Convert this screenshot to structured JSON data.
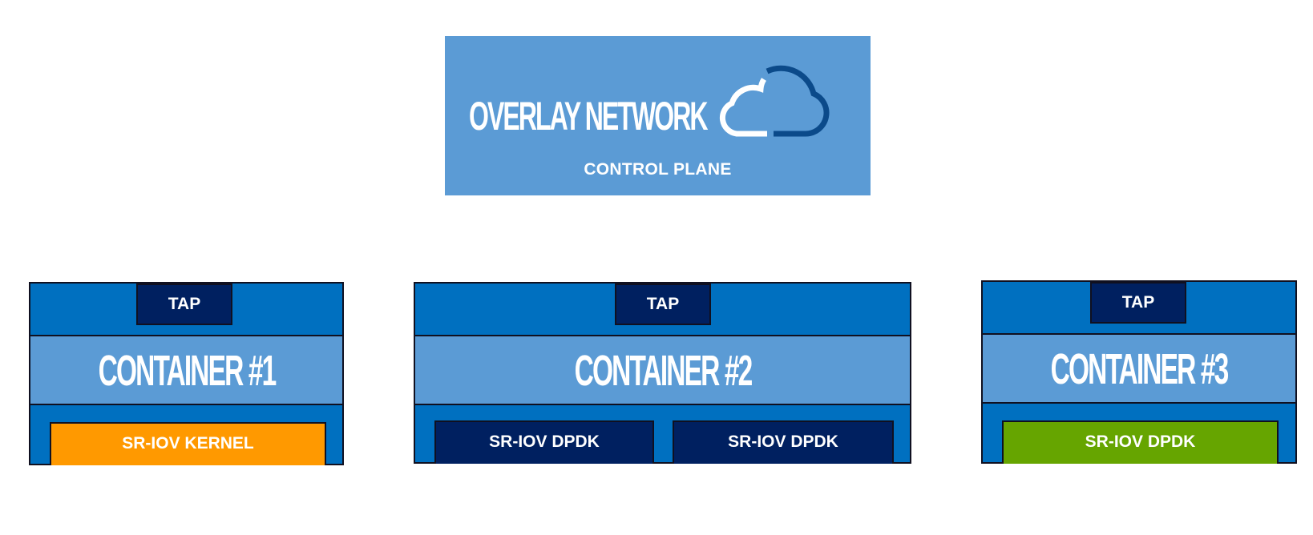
{
  "overlay": {
    "title": "OVERLAY NETWORK",
    "subtitle": "CONTROL PLANE",
    "icon": "cloud-icon"
  },
  "containers": [
    {
      "name": "CONTAINER #1",
      "tap": "TAP",
      "interfaces": [
        {
          "label": "SR-IOV KERNEL",
          "color": "#ff9900"
        }
      ]
    },
    {
      "name": "CONTAINER #2",
      "tap": "TAP",
      "interfaces": [
        {
          "label": "SR-IOV DPDK",
          "color": "#002060"
        },
        {
          "label": "SR-IOV DPDK",
          "color": "#002060"
        }
      ]
    },
    {
      "name": "CONTAINER #3",
      "tap": "TAP",
      "interfaces": [
        {
          "label": "SR-IOV DPDK",
          "color": "#66a500"
        }
      ]
    }
  ],
  "colors": {
    "overlay_bg": "#5b9bd5",
    "container_bg": "#0070c0",
    "tap_bg": "#002060",
    "cloud_white": "#ffffff",
    "cloud_dark": "#0b4a8a"
  }
}
